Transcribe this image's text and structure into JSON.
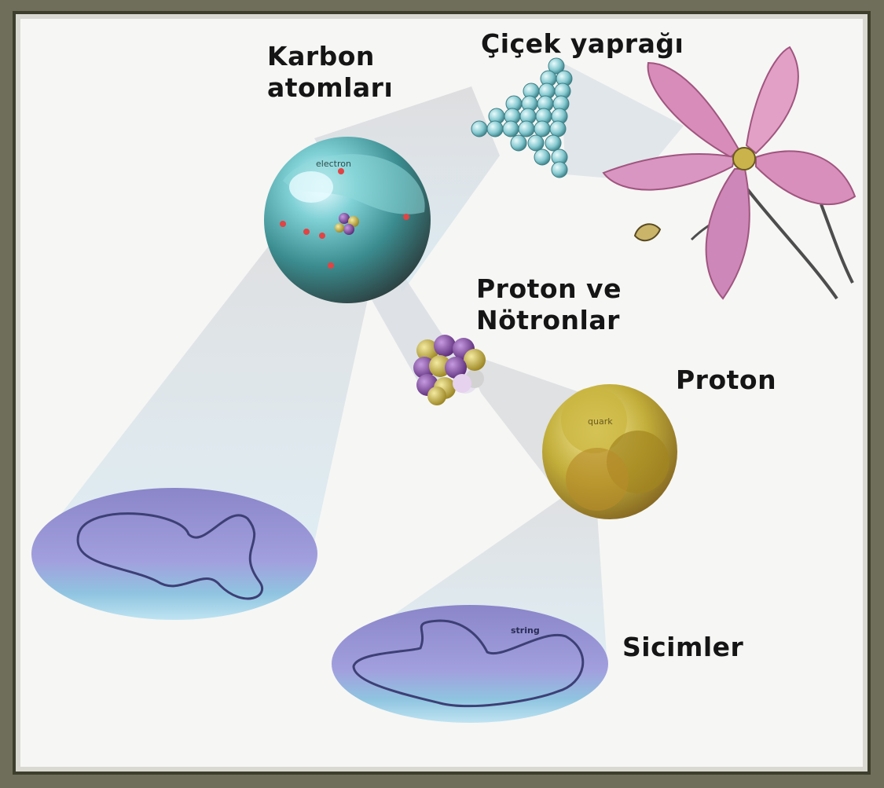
{
  "labels": {
    "carbon_line1": "Karbon",
    "carbon_line2": "atomları",
    "petal": "Çiçek yaprağı",
    "nucleus_line1": "Proton ve",
    "nucleus_line2": "Nötronlar",
    "proton": "Proton",
    "strings": "Sicimler"
  },
  "inner_labels": {
    "electron": "electron",
    "quark": "quark",
    "string": "string"
  },
  "colors": {
    "frame_outer": "#6e6e5a",
    "frame_border": "#3e3e2c",
    "background": "#f6f6f4",
    "beam": "#cfe3ee",
    "atom_sphere": "#3f8f90",
    "carbon_lattice": "#8fd0d4",
    "flower_petal": "#d98fb8",
    "nucleon_purple": "#7d3f9a",
    "nucleon_gold": "#c9b33a",
    "proton_sphere": "#b8a531",
    "string_disc": "#9c9ad6"
  }
}
